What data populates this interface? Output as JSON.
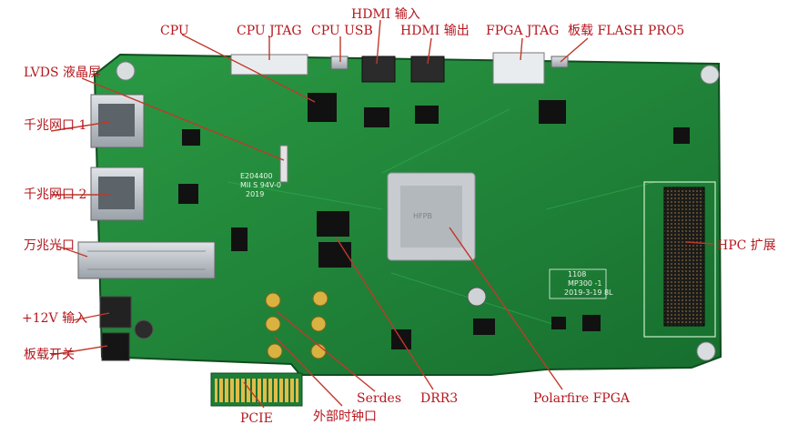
{
  "image": {
    "subject": "FPGA development board",
    "callouts": [
      "CPU",
      "CPU JTAG",
      "CPU USB",
      "HDMI 输入",
      "HDMI 输出",
      "FPGA JTAG",
      "板载 FLASH PRO5",
      "LVDS 液晶屏",
      "千兆网口 1",
      "千兆网口 2",
      "万兆光口",
      "+12V 输入",
      "板载开关",
      "PCIE",
      "外部时钟口",
      "Serdes",
      "DRR3",
      "Polarfire FPGA",
      "HPC 扩展"
    ],
    "silkscreen": {
      "board_id": "E204400",
      "board_line2": "MII S 94V-0",
      "board_year": "2019",
      "fpga_marking": "HFPB",
      "serial": "1108",
      "serial_line2": "MP300 -1",
      "serial_line3": "2019-3-19 8L"
    },
    "colors": {
      "pcb": "#1f8a3a",
      "label": "#b5171e",
      "leader": "#c0392b",
      "silver": "#b9bec4",
      "gold": "#d6b33f"
    }
  }
}
